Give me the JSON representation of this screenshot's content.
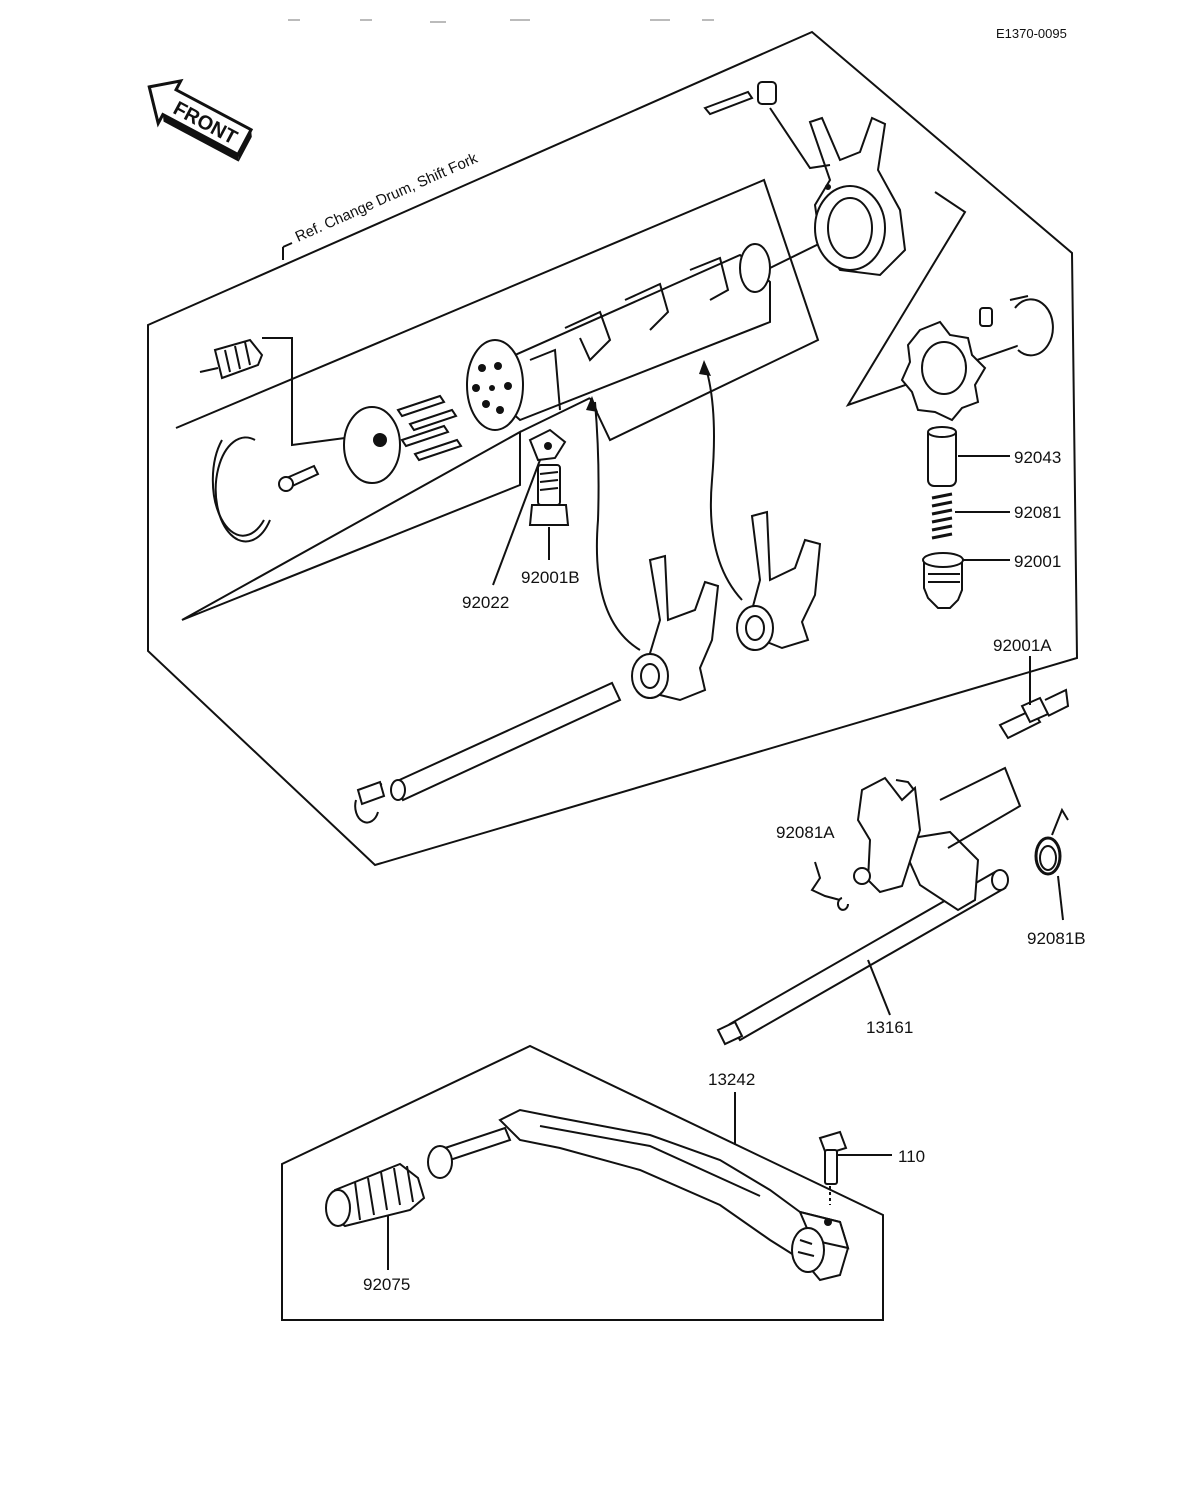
{
  "diagram_code": "E1370-0095",
  "front_label": "FRONT",
  "reference_note": "Ref.  Change Drum, Shift Fork",
  "callouts": {
    "c92043": "92043",
    "c92081": "92081",
    "c92001": "92001",
    "c92022": "92022",
    "c92001B": "92001B",
    "c92001A": "92001A",
    "c92081A": "92081A",
    "c92081B": "92081B",
    "c13161": "13161",
    "c13242": "13242",
    "c110": "110",
    "c92075": "92075"
  }
}
